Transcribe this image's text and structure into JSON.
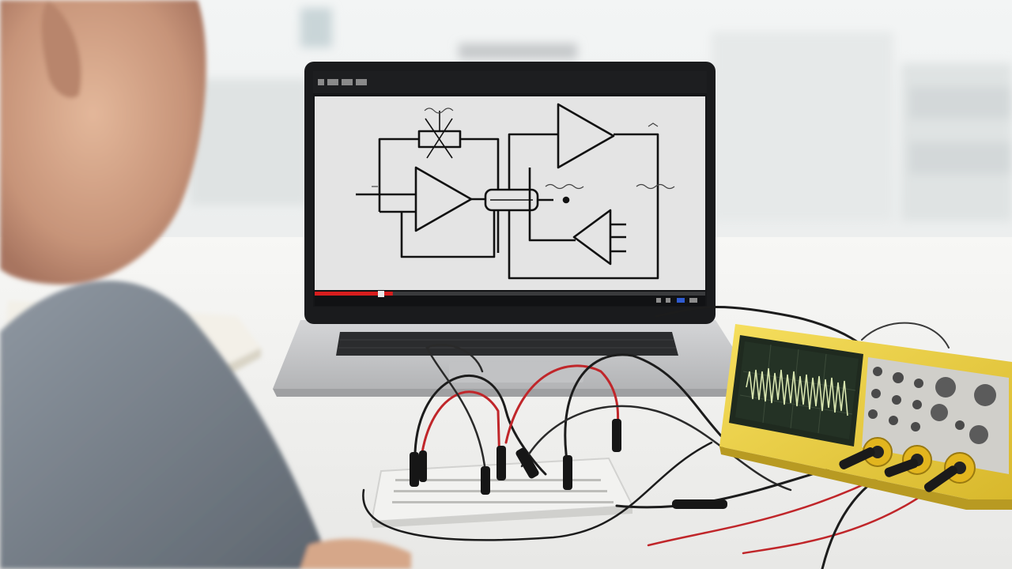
{
  "scene": {
    "description_tags": [
      "person",
      "laptop",
      "video-player",
      "circuit-schematic",
      "breadboard",
      "oscilloscope",
      "jumper-wires",
      "notebook",
      "desk"
    ]
  },
  "laptop": {
    "video_player": {
      "progress_fraction": 0.2,
      "schematic_labels": {
        "top_label": "",
        "mid_label": "",
        "right_label": ""
      }
    }
  },
  "oscilloscope": {
    "body_color": "#f1d54a",
    "trace_color": "#d9e6b0",
    "screen_color": "#1f2a1f"
  },
  "colors": {
    "background": "#eceeee",
    "desk": "#f4f4f2",
    "laptop_body": "#c9cacc",
    "laptop_bezel": "#1a1b1d",
    "screen": "#e4e4e4",
    "progress_played": "#d81e1e",
    "shirt": "#7c8590",
    "skin": "#d6a789",
    "wire_red": "#c0262a",
    "wire_black": "#1c1c1c"
  }
}
